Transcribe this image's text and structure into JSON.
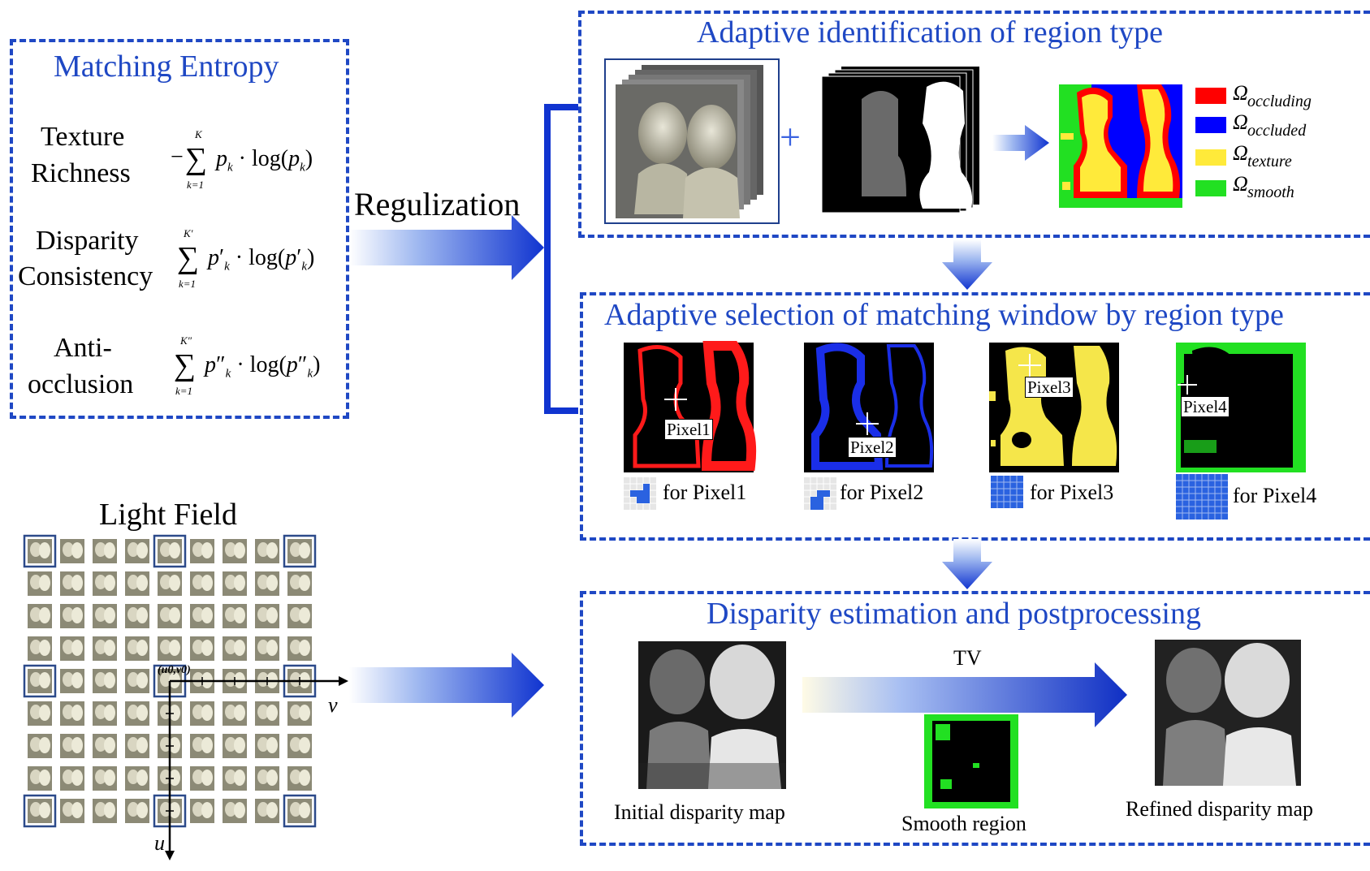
{
  "matching_entropy": {
    "title": "Matching Entropy",
    "rows": [
      {
        "label_line1": "Texture",
        "label_line2": "Richness",
        "formula_upper": "K",
        "formula_lower": "k=1"
      },
      {
        "label_line1": "Disparity",
        "label_line2": "Consistency",
        "formula_upper": "K′",
        "formula_lower": "k=1"
      },
      {
        "label_line1": "Anti-",
        "label_line2": "occlusion",
        "formula_upper": "K″",
        "formula_lower": "k=1"
      }
    ]
  },
  "regulization_label": "Regulization",
  "light_field": {
    "title": "Light Field",
    "origin_label": "(u0,v0)",
    "axis_v": "v",
    "axis_u": "u"
  },
  "region_type": {
    "title": "Adaptive identification of region type",
    "legend": [
      {
        "symbol": "Ω",
        "sub": "occluding",
        "color": "#ff0000"
      },
      {
        "symbol": "Ω",
        "sub": "occluded",
        "color": "#0000ff"
      },
      {
        "symbol": "Ω",
        "sub": "texture",
        "color": "#ffea3a"
      },
      {
        "symbol": "Ω",
        "sub": "smooth",
        "color": "#22e022"
      }
    ],
    "plus": "+"
  },
  "window_selection": {
    "title": "Adaptive selection of matching window by region type",
    "items": [
      {
        "pixel": "Pixel1",
        "caption": "for Pixel1",
        "color": "#ff1a1a"
      },
      {
        "pixel": "Pixel2",
        "caption": "for Pixel2",
        "color": "#1a2ee8"
      },
      {
        "pixel": "Pixel3",
        "caption": "for Pixel3",
        "color": "#f5e64a"
      },
      {
        "pixel": "Pixel4",
        "caption": "for Pixel4",
        "color": "#22e022"
      }
    ]
  },
  "disparity": {
    "title": "Disparity estimation and postprocessing",
    "initial_label": "Initial disparity map",
    "tv_label": "TV",
    "smooth_label": "Smooth region",
    "refined_label": "Refined disparity map"
  },
  "colors": {
    "accent": "#1f48c4",
    "arrow": "#1a3fd6"
  }
}
